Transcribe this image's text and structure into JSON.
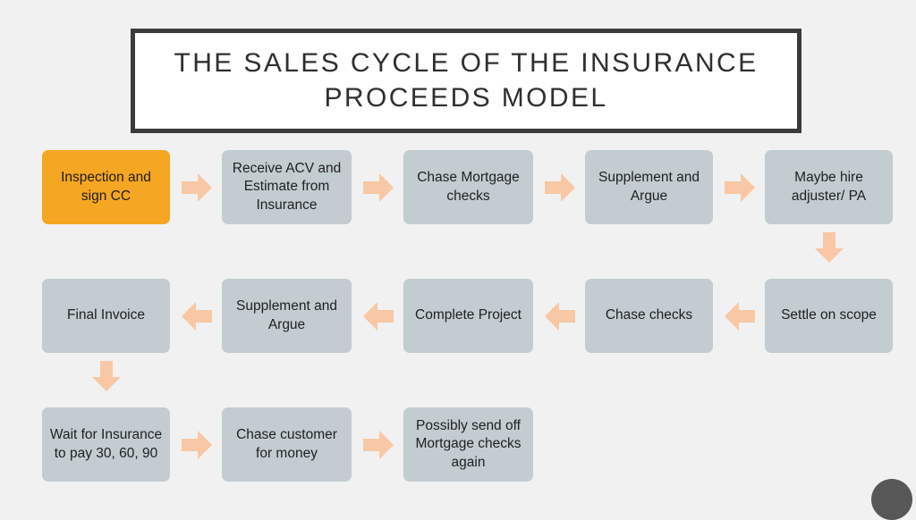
{
  "slide": {
    "background_color": "#f1f1f1",
    "title": {
      "line1": "THE SALES CYCLE OF THE INSURANCE",
      "line2": "PROCEEDS MODEL",
      "full": "THE SALES CYCLE OF THE INSURANCE PROCEEDS MODEL",
      "border_color": "#3b3b3b",
      "fill_color": "#ffffff"
    }
  },
  "colors": {
    "highlight_box": "#f5a623",
    "standard_box": "#c2ccd1",
    "arrow": "#f7c8a3",
    "text": "#1f1f1f",
    "background": "#f1f1f1"
  },
  "flow": {
    "row1": [
      {
        "label": "Inspection and sign CC",
        "style": "orange"
      },
      {
        "label": "Receive ACV and Estimate from Insurance",
        "style": "grey"
      },
      {
        "label": "Chase Mortgage checks",
        "style": "grey"
      },
      {
        "label": "Supplement and Argue",
        "style": "grey"
      },
      {
        "label": "Maybe hire adjuster/ PA",
        "style": "grey"
      }
    ],
    "row2": [
      {
        "label": "Final Invoice",
        "style": "grey"
      },
      {
        "label": "Supplement and Argue",
        "style": "grey"
      },
      {
        "label": "Complete Project",
        "style": "grey"
      },
      {
        "label": "Chase checks",
        "style": "grey"
      },
      {
        "label": "Settle on scope",
        "style": "grey"
      }
    ],
    "row3": [
      {
        "label": "Wait for Insurance to pay 30, 60, 90",
        "style": "grey"
      },
      {
        "label": "Chase customer for money",
        "style": "grey"
      },
      {
        "label": "Possibly send off Mortgage checks again",
        "style": "grey"
      }
    ],
    "arrows": {
      "row1": [
        "right",
        "right",
        "right",
        "right"
      ],
      "row1_to_row2": "down",
      "row2": [
        "left",
        "left",
        "left",
        "left"
      ],
      "row2_to_row3": "down",
      "row3": [
        "right",
        "right"
      ]
    }
  }
}
